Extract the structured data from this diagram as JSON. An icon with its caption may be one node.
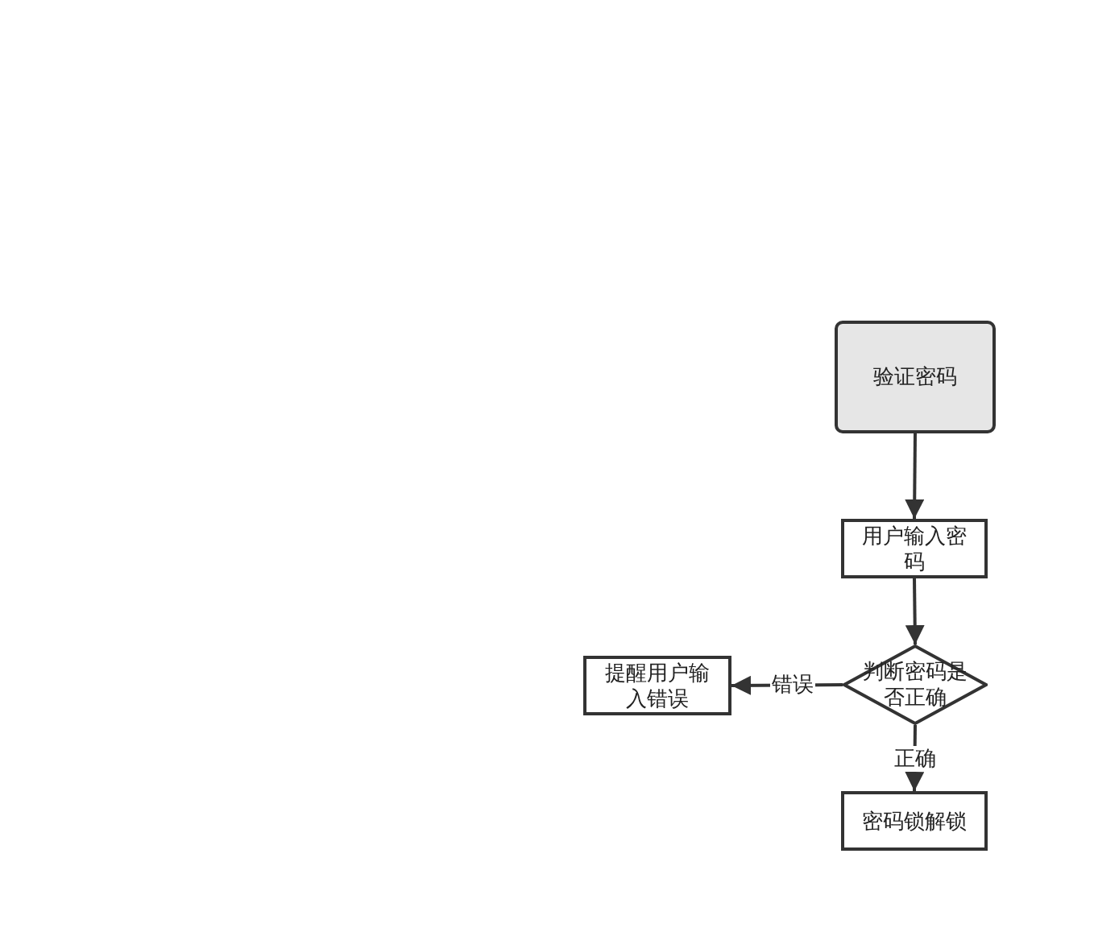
{
  "diagram": {
    "nodes": [
      {
        "text": [
          "验证密码"
        ]
      },
      {
        "text": [
          "用户输入密码"
        ]
      },
      {
        "text": [
          "判断密码是否正确"
        ]
      },
      {
        "text": [
          "提醒用户输入错误"
        ]
      },
      {
        "text": [
          "密码锁解锁"
        ]
      }
    ],
    "edges": [
      {
        "from": 0,
        "to": 1,
        "arrow": "to"
      },
      {
        "from": 1,
        "to": 2,
        "arrow": "to"
      },
      {
        "from": 2,
        "to": 3,
        "arrow": "to",
        "label": "错误"
      },
      {
        "from": 2,
        "to": 4,
        "arrow": "to",
        "label": "正确"
      }
    ]
  }
}
